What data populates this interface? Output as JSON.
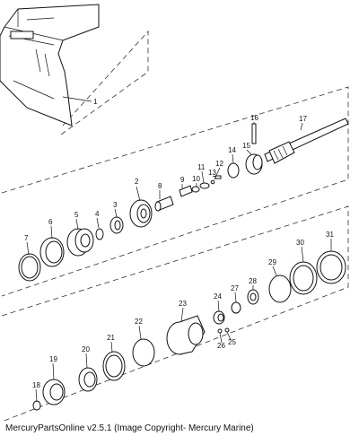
{
  "footer": {
    "text": "MercuryPartsOnline v2.5.1 (Image Copyright- Mercury Marine)"
  },
  "callouts": {
    "c1": "1",
    "c2": "2",
    "c3": "3",
    "c4": "4",
    "c5": "5",
    "c6": "6",
    "c7": "7",
    "c8": "8",
    "c9": "9",
    "c10": "10",
    "c11": "11",
    "c12": "12",
    "c13": "13",
    "c14": "14",
    "c15": "15",
    "c16": "16",
    "c17": "17",
    "c18": "18",
    "c19": "19",
    "c20": "20",
    "c21": "21",
    "c22": "22",
    "c23": "23",
    "c24": "24",
    "c25": "25",
    "c26": "26",
    "c27": "27",
    "c28": "28",
    "c29": "29",
    "c30": "30",
    "c31": "31"
  }
}
